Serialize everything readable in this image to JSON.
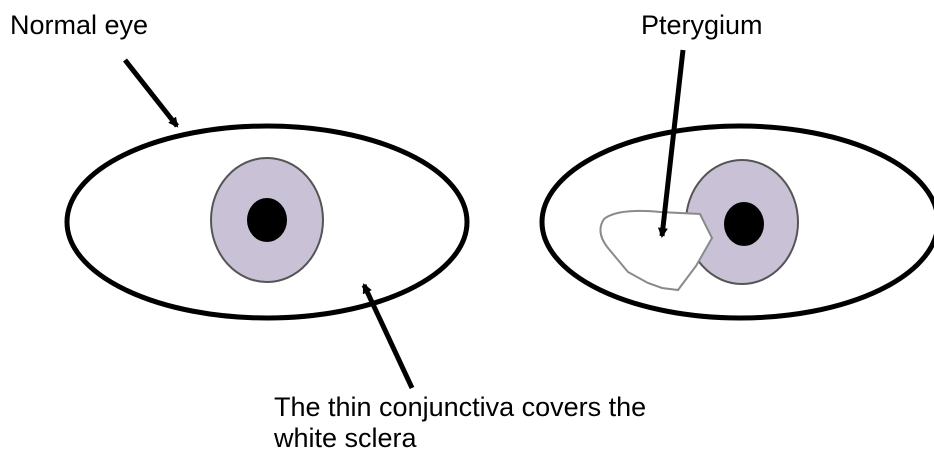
{
  "labels": {
    "normal_eye": "Normal eye",
    "pterygium": "Pterygium",
    "caption_line1": "The thin conjunctiva covers the",
    "caption_line2": "white sclera"
  },
  "colors": {
    "outline": "#000000",
    "iris": "#c9c2d6",
    "pupil": "#000000",
    "sclera": "#ffffff",
    "pterygium_outline": "#8a8a8a"
  }
}
